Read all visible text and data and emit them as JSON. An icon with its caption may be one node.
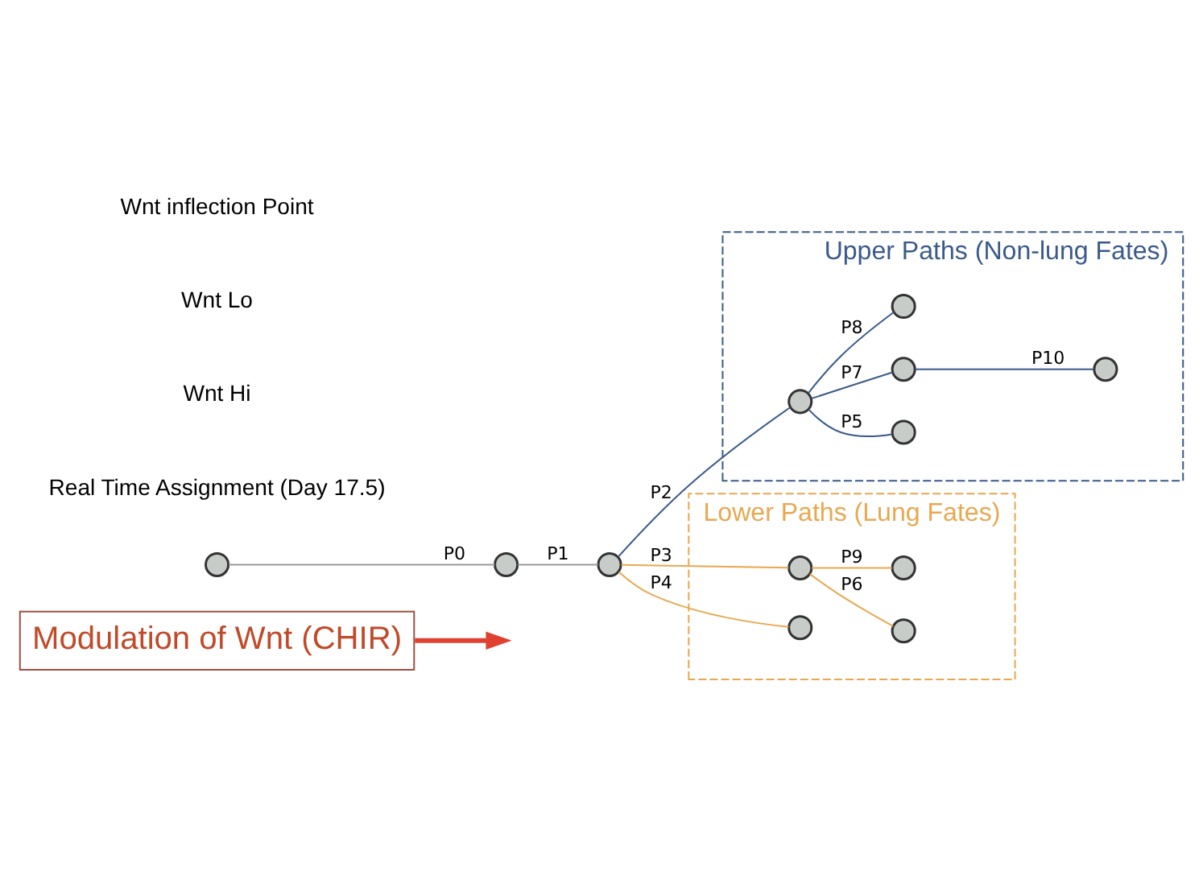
{
  "diagram": {
    "nodes": [
      {
        "text": [
          "Modulation of Wnt (CHIR)"
        ]
      },
      {
        "text": [
          "Upper Paths (Non-lung Fates)"
        ]
      },
      {
        "text": [
          "Lower Paths (Lung Fates)"
        ]
      },
      {
        "text": [],
        "shape": "circle"
      },
      {
        "text": [],
        "shape": "circle"
      },
      {
        "text": [],
        "shape": "circle"
      },
      {
        "text": [],
        "shape": "circle",
        "in": 1
      },
      {
        "text": [],
        "shape": "circle",
        "in": 1
      },
      {
        "text": [],
        "shape": "circle",
        "in": 1
      },
      {
        "text": [],
        "shape": "circle",
        "in": 1
      },
      {
        "text": [],
        "shape": "circle",
        "in": 1
      },
      {
        "text": [],
        "shape": "circle",
        "in": 2
      },
      {
        "text": [],
        "shape": "circle",
        "in": 2
      },
      {
        "text": [],
        "shape": "circle",
        "in": 2
      },
      {
        "text": [],
        "shape": "circle",
        "in": 2
      }
    ],
    "edges": [
      {
        "from": 0,
        "to": null,
        "arrow": "to",
        "style": "thick",
        "color": "#e04030"
      },
      {
        "from": 3,
        "to": 4,
        "arrow": "none",
        "label": "P0",
        "color": "#999999"
      },
      {
        "from": 4,
        "to": 5,
        "arrow": "none",
        "label": "P1",
        "color": "#999999"
      },
      {
        "from": 5,
        "to": 6,
        "arrow": "none",
        "label": "P2",
        "color": "#3b5a8a"
      },
      {
        "from": 6,
        "to": 7,
        "arrow": "none",
        "label": "P5",
        "color": "#3b5a8a"
      },
      {
        "from": 6,
        "to": 8,
        "arrow": "none",
        "label": "P7",
        "color": "#3b5a8a"
      },
      {
        "from": 8,
        "to": 9,
        "arrow": "none",
        "label": "P10",
        "color": "#3b5a8a"
      },
      {
        "from": 6,
        "to": 10,
        "arrow": "none",
        "label": "P8",
        "color": "#3b5a8a"
      },
      {
        "from": 5,
        "to": 11,
        "arrow": "none",
        "label": "P3",
        "color": "#e8a850"
      },
      {
        "from": 11,
        "to": 12,
        "arrow": "none",
        "label": "P6",
        "color": "#e8a850"
      },
      {
        "from": 11,
        "to": 13,
        "arrow": "none",
        "label": "P9",
        "color": "#e8a850"
      },
      {
        "from": 5,
        "to": 14,
        "arrow": "none",
        "label": "P4",
        "color": "#e8a850"
      }
    ],
    "labels": [
      "Real Time Assignment (Day 17.5)",
      "Wnt Hi",
      "Wnt Lo",
      "Wnt inflection Point"
    ]
  }
}
